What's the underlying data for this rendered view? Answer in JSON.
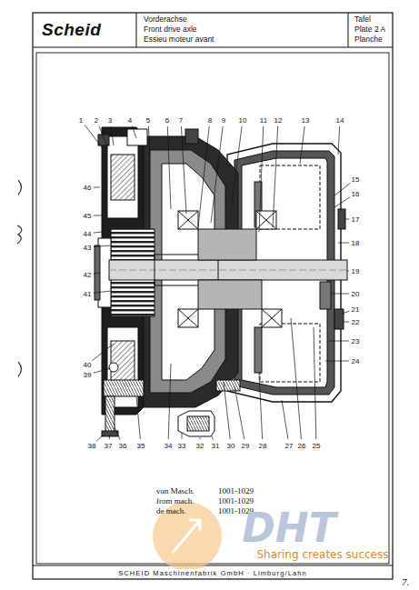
{
  "diagram": {
    "labels": [
      "Scheid",
      "Vorderachse",
      "Front drive axle",
      "Essieu moteur avant",
      "Tafel",
      "Plate",
      "2 A",
      "Planche",
      "1",
      "2",
      "3",
      "4",
      "5",
      "6",
      "7",
      "8",
      "9",
      "10",
      "11",
      "12",
      "13",
      "14",
      "15",
      "16",
      "17",
      "18",
      "19",
      "20",
      "21",
      "22",
      "23",
      "24",
      "25",
      "26",
      "27",
      "28",
      "29",
      "30",
      "31",
      "32",
      "33",
      "34",
      "35",
      "36",
      "37",
      "38",
      "39",
      "40",
      "41",
      "42",
      "43",
      "44",
      "45",
      "46",
      "von Masch.",
      "1001-1029",
      "from mach.",
      "1001-1029",
      "de mach.",
      "1001-1029",
      "SCHEID Maschinenfabrik GmbH · Limburg/Lahn",
      "DHT",
      "Sharing creates success",
      "7."
    ]
  }
}
